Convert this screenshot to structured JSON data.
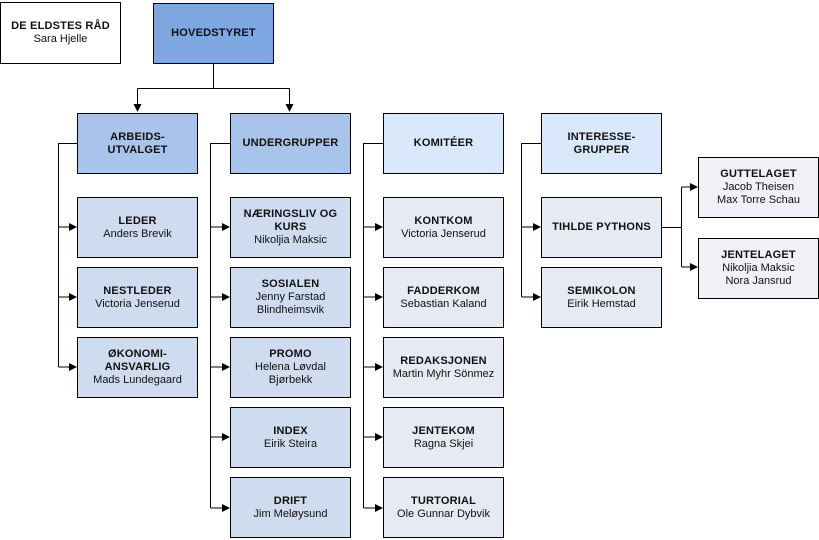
{
  "eldstes_rad": {
    "title": "DE ELDSTES RÅD",
    "person": "Sara Hjelle"
  },
  "hovedstyret": {
    "title": "HOVEDSTYRET"
  },
  "arbeidsutvalget": {
    "title_line1": "ARBEIDS-",
    "title_line2": "UTVALGET",
    "members": [
      {
        "title_line1": "LEDER",
        "title_line2": "",
        "person_line1": "Anders Brevik",
        "person_line2": ""
      },
      {
        "title_line1": "NESTLEDER",
        "title_line2": "",
        "person_line1": "Victoria Jenserud",
        "person_line2": ""
      },
      {
        "title_line1": "ØKONOMI-",
        "title_line2": "ANSVARLIG",
        "person_line1": "Mads Lundegaard",
        "person_line2": ""
      }
    ]
  },
  "undergrupper": {
    "title": "UNDERGRUPPER",
    "items": [
      {
        "title_line1": "NÆRINGSLIV OG",
        "title_line2": "KURS",
        "person_line1": "Nikoljia Maksic",
        "person_line2": ""
      },
      {
        "title_line1": "SOSIALEN",
        "title_line2": "",
        "person_line1": "Jenny Farstad",
        "person_line2": "Blindheimsvik"
      },
      {
        "title_line1": "PROMO",
        "title_line2": "",
        "person_line1": "Helena Løvdal",
        "person_line2": "Bjørbekk"
      },
      {
        "title_line1": "INDEX",
        "title_line2": "",
        "person_line1": "Eirik Steira",
        "person_line2": ""
      },
      {
        "title_line1": "DRIFT",
        "title_line2": "",
        "person_line1": "Jim Meløysund",
        "person_line2": ""
      }
    ]
  },
  "komiteer": {
    "title": "KOMITÉER",
    "items": [
      {
        "title_line1": "KONTKOM",
        "title_line2": "",
        "person_line1": "Victoria Jenserud",
        "person_line2": ""
      },
      {
        "title_line1": "FADDERKOM",
        "title_line2": "",
        "person_line1": "Sebastian Kaland",
        "person_line2": ""
      },
      {
        "title_line1": "REDAKSJONEN",
        "title_line2": "",
        "person_line1": "Martin Myhr Sönmez",
        "person_line2": ""
      },
      {
        "title_line1": "JENTEKOM",
        "title_line2": "",
        "person_line1": "Ragna Skjei",
        "person_line2": ""
      },
      {
        "title_line1": "TURTORIAL",
        "title_line2": "",
        "person_line1": "Ole Gunnar Dybvik",
        "person_line2": ""
      }
    ]
  },
  "interessegrupper": {
    "title_line1": "INTERESSE-",
    "title_line2": "GRUPPER",
    "tihlde_pythons": {
      "title": "TIHLDE PYTHONS"
    },
    "semikolon": {
      "title": "SEMIKOLON",
      "person": "Eirik Hemstad"
    },
    "guttelaget": {
      "title": "GUTTELAGET",
      "person_line1": "Jacob Theisen",
      "person_line2": "Max Torre Schau"
    },
    "jentelaget": {
      "title": "JENTELAGET",
      "person_line1": "Nikoljia Maksic",
      "person_line2": "Nora Jansrud"
    }
  }
}
